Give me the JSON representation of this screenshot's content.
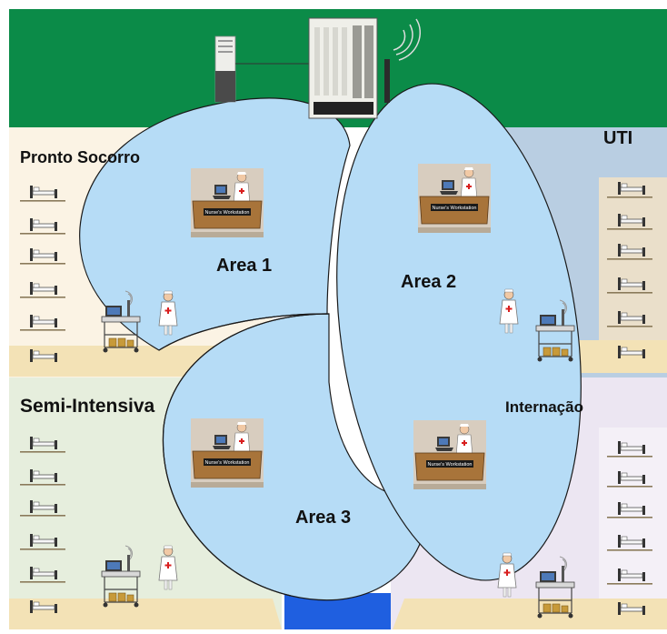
{
  "colors": {
    "top_band": "#0b8b48",
    "zone_pronto": "#fbf3e4",
    "zone_uti": "#b9cee2",
    "zone_semi": "#e6eedd",
    "zone_internacao": "#ece6f2",
    "area_fill": "#b6dcf6",
    "outline": "#1a1a1a",
    "corridor": "#1f5fe0",
    "floor": "#f3e2b6",
    "cross": "#d81e1e",
    "text": "#111111"
  },
  "zones": {
    "pronto_socorro": "Pronto Socorro",
    "uti": "UTI",
    "semi_intensiva": "Semi-Intensiva",
    "internacao": "Internação"
  },
  "areas": {
    "area1": "Area 1",
    "area2": "Area 2",
    "area3": "Area 3"
  },
  "station_sign": "Nurse's Workstation",
  "icons": {
    "server": "server-rack-icon",
    "modem": "modem-tower-icon",
    "antenna": "wireless-antenna-icon",
    "bed": "hospital-bed-icon",
    "nurse": "nurse-icon",
    "cart": "mobile-laptop-cart-icon",
    "workstation": "nurse-workstation-icon"
  }
}
